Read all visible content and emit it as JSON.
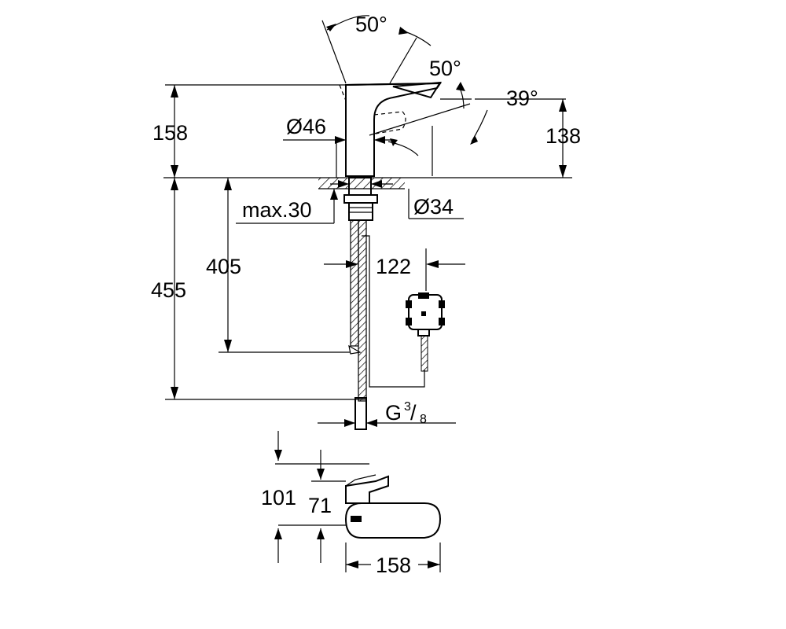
{
  "labels": {
    "angle_spout_top": "50°",
    "angle_spout_side": "50°",
    "angle_lever": "39°",
    "height_total_spout": "158",
    "height_outlet": "138",
    "diameter_body": "Ø46",
    "diameter_hole": "Ø34",
    "max_thickness": "max.30",
    "hose_length_405": "405",
    "hose_length_455": "455",
    "box_offset": "122",
    "thread_g": "G",
    "thread_num": "3",
    "thread_den": "8",
    "plan_height_101": "101",
    "plan_height_71": "71",
    "plan_projection": "158"
  },
  "colors": {
    "line": "#000000",
    "background": "#ffffff"
  }
}
